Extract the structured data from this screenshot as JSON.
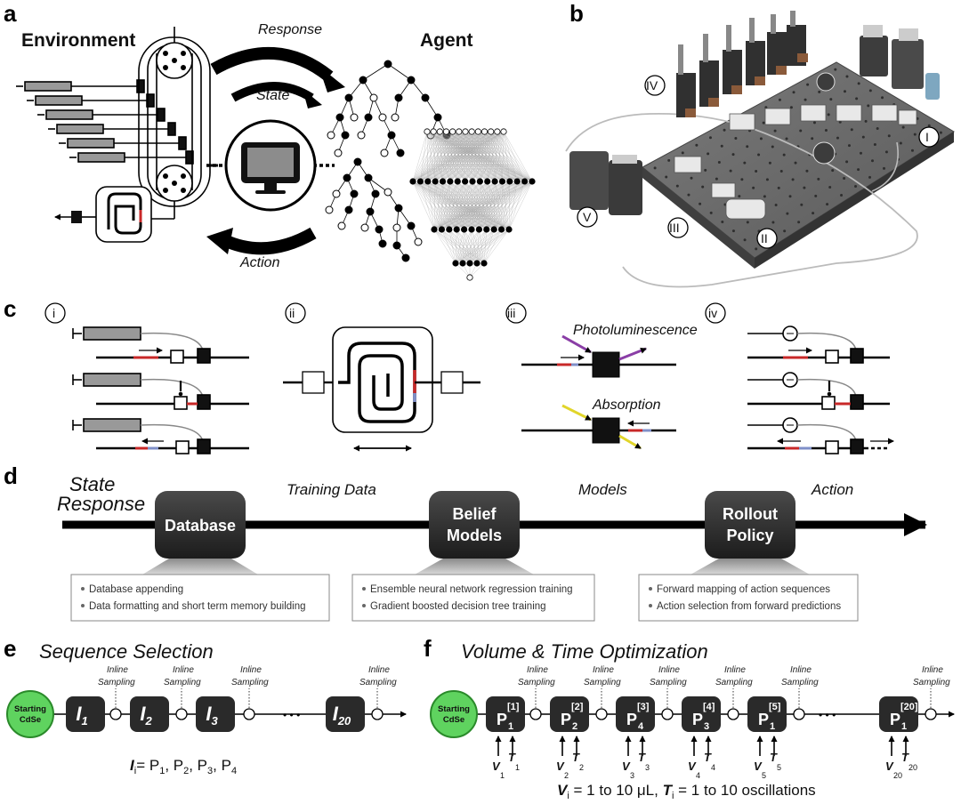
{
  "panel_labels": {
    "a": "a",
    "b": "b",
    "c": "c",
    "d": "d",
    "e": "e",
    "f": "f"
  },
  "panel_a": {
    "environment": "Environment",
    "agent": "Agent",
    "response": "Response",
    "state": "State",
    "action": "Action"
  },
  "panel_b": {
    "labels": [
      "I",
      "II",
      "III",
      "IV",
      "V"
    ]
  },
  "panel_c": {
    "labels": [
      "i",
      "ii",
      "iii",
      "iv"
    ],
    "photoluminescence": "Photoluminescence",
    "absorption": "Absorption"
  },
  "panel_d": {
    "state_response_1": "State",
    "state_response_2": "Response",
    "training_data": "Training Data",
    "models": "Models",
    "action": "Action",
    "database": "Database",
    "belief_1": "Belief",
    "belief_2": "Models",
    "rollout_1": "Rollout",
    "rollout_2": "Policy",
    "database_bullets": [
      "Database appending",
      "Data formatting and short term memory building"
    ],
    "belief_bullets": [
      "Ensemble neural network regression training",
      "Gradient boosted decision tree training"
    ],
    "rollout_bullets": [
      "Forward mapping of action sequences",
      "Action selection from forward predictions"
    ]
  },
  "panel_e": {
    "title": "Sequence Selection",
    "start_1": "Starting",
    "start_2": "CdSe",
    "inline_1": "Inline",
    "inline_2": "Sampling",
    "ellipsis": "• • •",
    "caption_I": "I",
    "caption_i": "i",
    "caption_eq": "= P",
    "caption_tail": [
      ", P",
      ", P",
      ", P"
    ],
    "caption_subs": [
      "1",
      "2",
      "3",
      "4"
    ]
  },
  "panel_f": {
    "title": "Volume & Time Optimization",
    "ellipsis": "• • •",
    "caption_V": "V",
    "caption_1": " = 1 to 10 μL, ",
    "caption_T": "T",
    "caption_2": " = 1 to 10 oscillations",
    "caption_i": "i"
  }
}
